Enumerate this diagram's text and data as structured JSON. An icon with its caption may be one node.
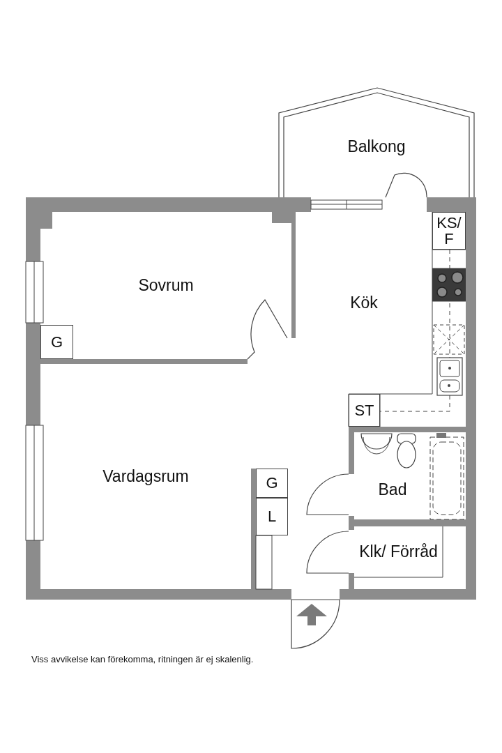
{
  "diagram": {
    "caption": "Viss avvikelse kan förekomma, ritningen är ej skalenlig.",
    "nodes": [
      {
        "text": [
          "Balkong"
        ]
      },
      {
        "text": [
          "Sovrum"
        ]
      },
      {
        "text": [
          "Kök"
        ]
      },
      {
        "text": [
          "KS/ F"
        ]
      },
      {
        "text": [
          "G"
        ]
      },
      {
        "text": [
          "Vardagsrum"
        ]
      },
      {
        "text": [
          "ST"
        ]
      },
      {
        "text": [
          "Bad"
        ]
      },
      {
        "text": [
          "G"
        ]
      },
      {
        "text": [
          "L"
        ]
      },
      {
        "text": [
          "Klk/ Förråd"
        ]
      }
    ]
  }
}
